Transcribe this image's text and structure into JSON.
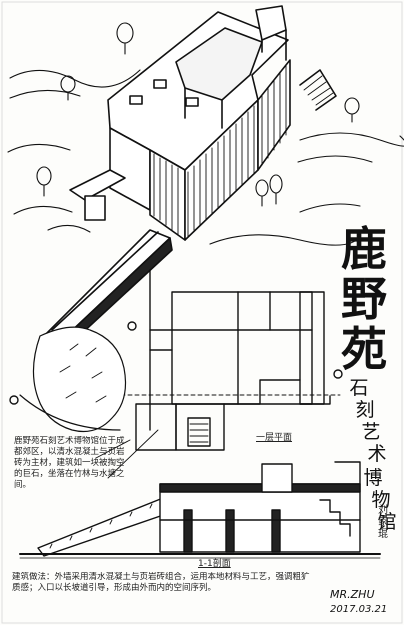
{
  "title": {
    "chars": [
      "鹿",
      "野",
      "苑"
    ],
    "subtitle_chars": [
      "石",
      "刻",
      "艺",
      "术",
      "博",
      "物",
      "馆"
    ],
    "architect": "刘家琨"
  },
  "labels": {
    "floor_plan": "一层平面",
    "section": "1-1剖面"
  },
  "notes": {
    "site_note": "鹿野苑石刻艺术博物馆位于成都郊区，以清水混凝土与页岩砖为主材，建筑如一块被掏空的巨石，坐落在竹林与水塘之间。",
    "bottom_note": "建筑做法：外墙采用清水混凝土与页岩砖组合，运用本地材料与工艺，强调粗犷质感；入口以长坡道引导，形成由外而内的空间序列。"
  },
  "signature": {
    "name": "MR.ZHU",
    "date": "2017.03.21"
  },
  "colors": {
    "ink": "#111111",
    "paper": "#fdfdfb"
  }
}
